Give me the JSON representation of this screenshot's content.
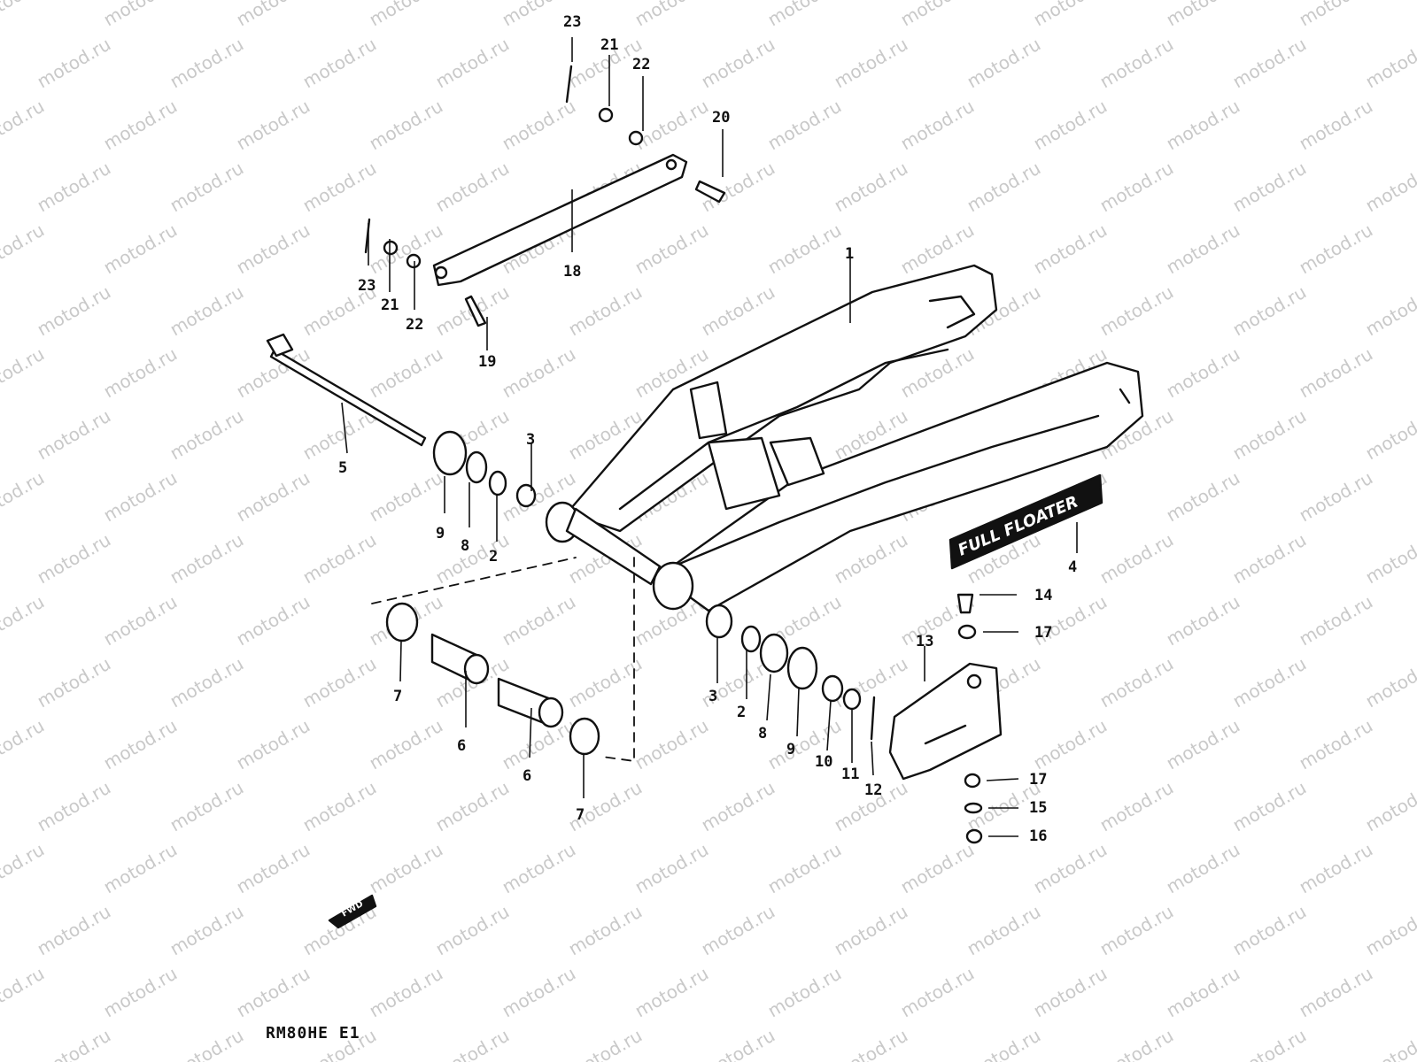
{
  "diagram": {
    "caption": "RM80HE E1",
    "watermark_text": "motod.ru",
    "callout_labels": [
      "23",
      "21",
      "22",
      "20",
      "18",
      "23",
      "21",
      "22",
      "19",
      "1",
      "5",
      "3",
      "9",
      "8",
      "2",
      "4",
      "14",
      "17",
      "7",
      "6",
      "6",
      "7",
      "3",
      "2",
      "8",
      "9",
      "10",
      "11",
      "12",
      "13",
      "17",
      "15",
      "16"
    ],
    "label_plate_text": "FULL FLOATER",
    "fwd_text": "FWD",
    "colors": {
      "ink": "#111111",
      "watermark": "#c9c9c9",
      "background": "#ffffff"
    }
  }
}
